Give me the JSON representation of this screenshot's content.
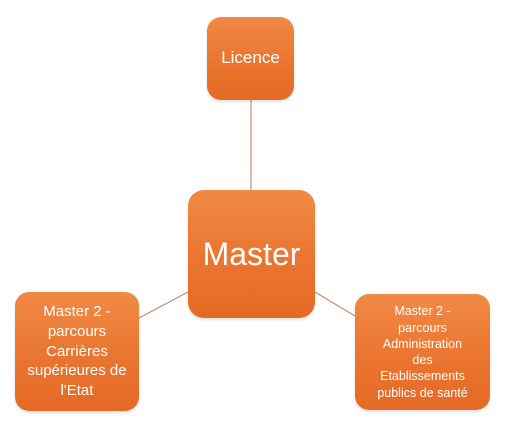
{
  "diagram": {
    "center": {
      "label": "Master"
    },
    "top": {
      "label": "Licence"
    },
    "left": {
      "label": "Master 2 -\nparcours\nCarrières\nsupérieures de\nl'Etat"
    },
    "right": {
      "label": "Master 2 -\nparcours\nAdministration\ndes\nEtablissements\npublics de santé"
    }
  },
  "colors": {
    "node_fill": "#ea7530",
    "connector": "#c98a6a",
    "text": "#ffffff"
  }
}
